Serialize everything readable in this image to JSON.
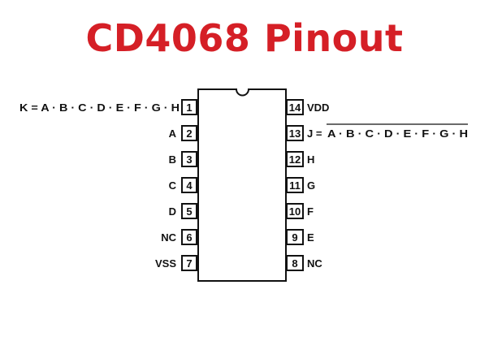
{
  "title": "CD4068 Pinout",
  "title_color": "#d51f26",
  "pins_left": [
    {
      "num": "1",
      "label": "K = A · B · C · D · E · F · G · H"
    },
    {
      "num": "2",
      "label": "A"
    },
    {
      "num": "3",
      "label": "B"
    },
    {
      "num": "4",
      "label": "C"
    },
    {
      "num": "5",
      "label": "D"
    },
    {
      "num": "6",
      "label": "NC"
    },
    {
      "num": "7",
      "label": "VSS"
    }
  ],
  "pins_right": [
    {
      "num": "14",
      "label": "VDD"
    },
    {
      "num": "13",
      "label_prefix": "J =",
      "label_overbar": "A · B · C · D · E · F · G · H"
    },
    {
      "num": "12",
      "label": "H"
    },
    {
      "num": "11",
      "label": "G"
    },
    {
      "num": "10",
      "label": "F"
    },
    {
      "num": "9",
      "label": "E"
    },
    {
      "num": "8",
      "label": "NC"
    }
  ]
}
